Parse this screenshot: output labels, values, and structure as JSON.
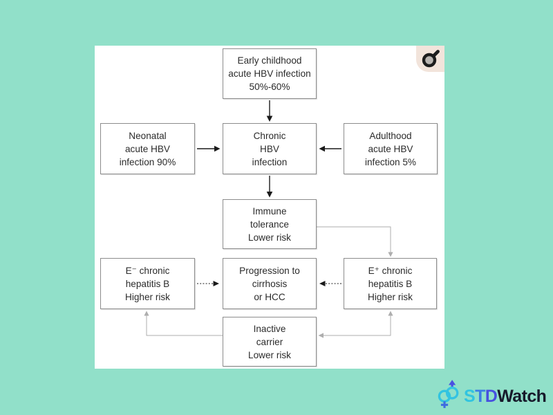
{
  "colors": {
    "page_background": "#91e0c9",
    "card_background": "#ffffff",
    "box_border": "#8c8c8c",
    "box_text": "#2b2b2b",
    "solid_arrow": "#1a1a1a",
    "light_arrow": "#aeaeae",
    "badge_background": "#f2e4db",
    "badge_glyph": "#1c1c1c",
    "logo_cyan": "#31c4e0",
    "logo_blue": "#3a7de5",
    "logo_indigo": "#474fe0",
    "logo_dark": "#171a2b"
  },
  "flowchart": {
    "boxes": [
      {
        "id": "early-childhood-acute-hbv",
        "lines": [
          "Early childhood",
          "acute HBV infection",
          "50%-60%"
        ]
      },
      {
        "id": "neonatal-acute-hbv",
        "lines": [
          "Neonatal",
          "acute HBV",
          "infection 90%"
        ]
      },
      {
        "id": "chronic-hbv",
        "lines": [
          "Chronic",
          "HBV",
          "infection"
        ]
      },
      {
        "id": "adulthood-acute-hbv",
        "lines": [
          "Adulthood",
          "acute HBV",
          "infection 5%"
        ]
      },
      {
        "id": "immune-tolerance",
        "lines": [
          "Immune",
          "tolerance",
          "Lower risk"
        ]
      },
      {
        "id": "e-negative-chronic-hepatitis-b",
        "lines": [
          "E⁻ chronic",
          "hepatitis B",
          "Higher risk"
        ]
      },
      {
        "id": "progression-cirrhosis-hcc",
        "lines": [
          "Progression to",
          "cirrhosis",
          "or HCC"
        ]
      },
      {
        "id": "e-positive-chronic-hepatitis-b",
        "lines": [
          "E⁺ chronic",
          "hepatitis B",
          "Higher risk"
        ]
      },
      {
        "id": "inactive-carrier",
        "lines": [
          "Inactive",
          "carrier",
          "Lower risk"
        ]
      }
    ],
    "connections": [
      {
        "from": "early-childhood-acute-hbv",
        "to": "chronic-hbv",
        "style": "solid"
      },
      {
        "from": "neonatal-acute-hbv",
        "to": "chronic-hbv",
        "style": "solid"
      },
      {
        "from": "adulthood-acute-hbv",
        "to": "chronic-hbv",
        "style": "solid"
      },
      {
        "from": "chronic-hbv",
        "to": "immune-tolerance",
        "style": "solid"
      },
      {
        "from": "immune-tolerance",
        "to": "e-positive-chronic-hepatitis-b",
        "style": "light"
      },
      {
        "from": "e-negative-chronic-hepatitis-b",
        "to": "progression-cirrhosis-hcc",
        "style": "dotted"
      },
      {
        "from": "e-positive-chronic-hepatitis-b",
        "to": "progression-cirrhosis-hcc",
        "style": "dotted"
      },
      {
        "from": "inactive-carrier",
        "to": "e-negative-chronic-hepatitis-b",
        "style": "light"
      },
      {
        "from": "inactive-carrier",
        "to": "e-positive-chronic-hepatitis-b",
        "style": "light-bidirectional"
      }
    ]
  },
  "badge": {
    "icon": "male-symbol-icon"
  },
  "logo": {
    "letters": [
      {
        "char": "S",
        "color": "#31c4e0"
      },
      {
        "char": "T",
        "color": "#3a7de5"
      },
      {
        "char": "D",
        "color": "#474fe0"
      }
    ],
    "watch": "Watch"
  }
}
